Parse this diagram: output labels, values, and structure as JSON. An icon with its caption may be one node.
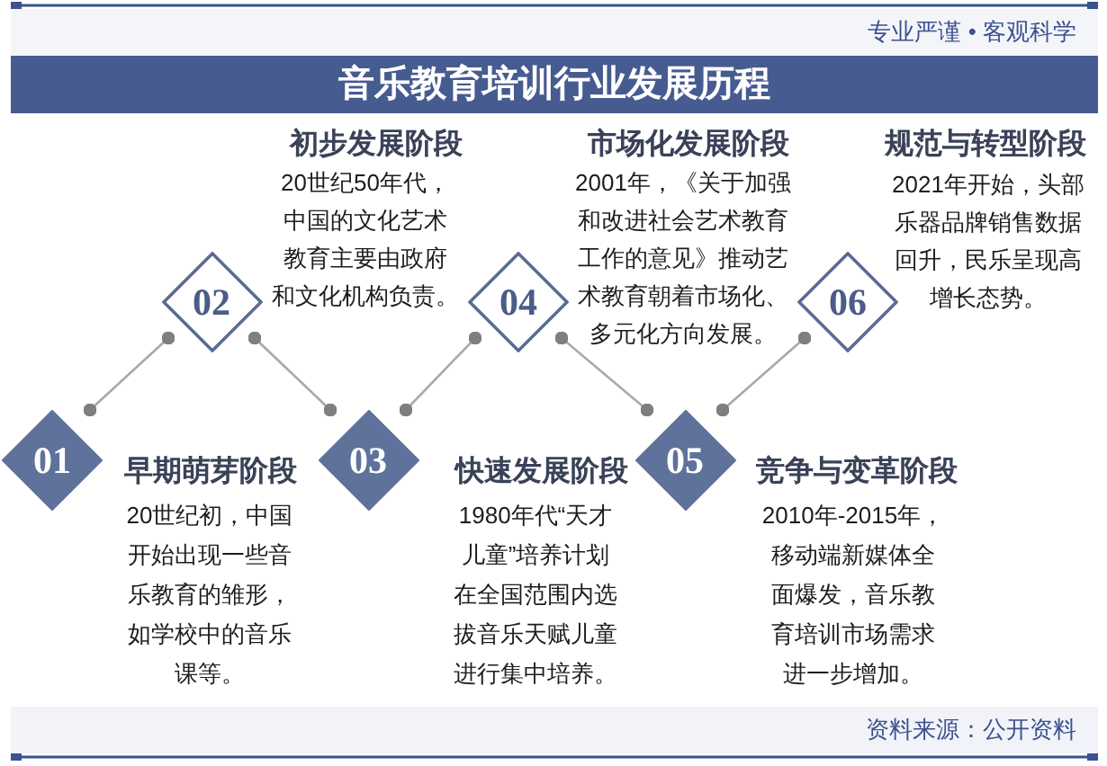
{
  "diagram": {
    "title": "音乐教育培训行业发展历程",
    "nodes": [
      {
        "text": [
          "01"
        ],
        "beside": [
          "早期萌芽阶段",
          "20世纪初，中国开始出现一些音乐教育的雏形，如学校中的音乐课等。"
        ]
      },
      {
        "text": [
          "02"
        ],
        "beside": [
          "初步发展阶段",
          "20世纪50年代，中国的文化艺术教育主要由政府和文化机构负责。"
        ]
      },
      {
        "text": [
          "03"
        ],
        "beside": [
          "快速发展阶段",
          "1980年代“天才儿童”培养计划在全国范围内选拔音乐天赋儿童进行集中培养。"
        ]
      },
      {
        "text": [
          "04"
        ],
        "beside": [
          "市场化发展阶段",
          "2001年，《关于加强和改进社会艺术教育工作的意见》推动艺术教育朝着市场化、多元化方向发展。"
        ]
      },
      {
        "text": [
          "05"
        ],
        "beside": [
          "竞争与变革阶段",
          "2010年-2015年，移动端新媒体全面爆发，音乐教育培训市场需求进一步增加。"
        ]
      },
      {
        "text": [
          "06"
        ],
        "beside": [
          "规范与转型阶段",
          "2021年开始，头部乐器品牌销售数据回升，民乐呈现高增长态势。"
        ]
      }
    ],
    "edges": [
      {
        "from": 0,
        "to": 1,
        "arrow": "other"
      },
      {
        "from": 1,
        "to": 2,
        "arrow": "other"
      },
      {
        "from": 2,
        "to": 3,
        "arrow": "other"
      },
      {
        "from": 3,
        "to": 4,
        "arrow": "other"
      },
      {
        "from": 4,
        "to": 5,
        "arrow": "other"
      }
    ],
    "labels": [
      "专业严谨 • 客观科学",
      "资料来源：公开资料"
    ]
  }
}
